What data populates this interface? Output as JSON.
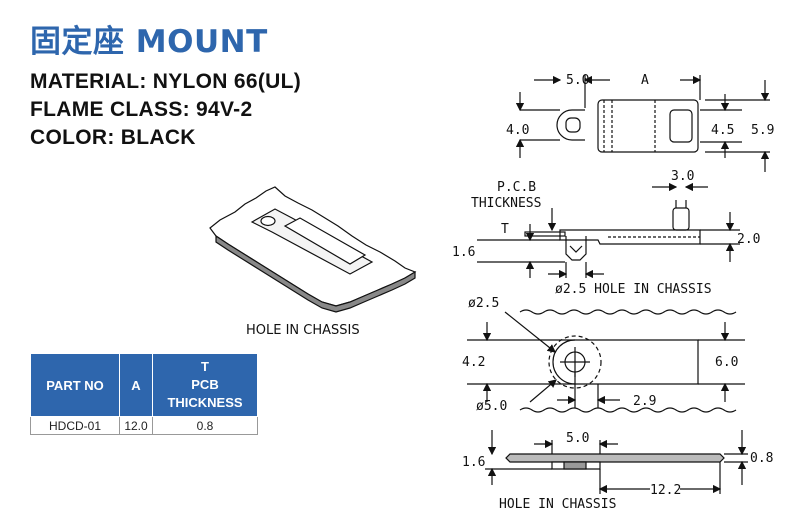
{
  "title": "固定座 MOUNT",
  "specs": {
    "material": "MATERIAL: NYLON 66(UL)",
    "flame_class": "FLAME CLASS: 94V-2",
    "color": "COLOR: BLACK"
  },
  "iso_caption": "HOLE IN CHASSIS",
  "table": {
    "headers": [
      "PART NO",
      "A",
      "T",
      "PCB",
      "THICKNESS"
    ],
    "rows": [
      [
        "HDCD-01",
        "12.0",
        "0.8"
      ]
    ]
  },
  "dimensions": {
    "top_width_left": "5.0",
    "top_width_right": "A",
    "height_left": "4.0",
    "height_mid": "4.5",
    "height_right": "5.9",
    "pcb_label_1": "P.C.B",
    "pcb_label_2": "THICKNESS",
    "t_label": "T",
    "post_width": "3.0",
    "side_left": "1.6",
    "side_right": "2.0",
    "hole_note": "ø2.5 HOLE IN CHASSIS",
    "hole_dia": "ø2.5",
    "boss_dia": "ø5.0",
    "plan_height_left": "4.2",
    "plan_height_right": "6.0",
    "plan_offset": "2.9",
    "bottom_width": "5.0",
    "bottom_left": "1.6",
    "bottom_right": "0.8",
    "bottom_length": "12.2",
    "bottom_caption": "HOLE IN CHASSIS"
  }
}
